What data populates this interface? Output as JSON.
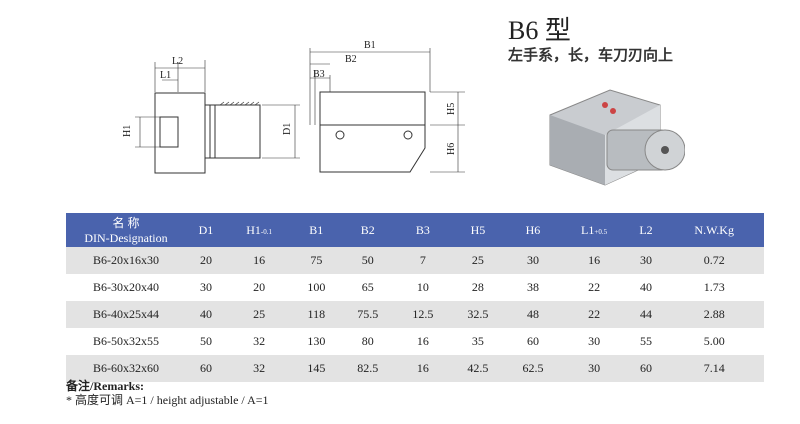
{
  "title": "B6 型",
  "subtitle": "左手系，长，车刀刃向上",
  "drawing_labels": {
    "L1": "L1",
    "L2": "L2",
    "B1": "B1",
    "B2": "B2",
    "B3": "B3",
    "H1": "H1",
    "D1": "D1",
    "H5": "H5",
    "H6": "H6"
  },
  "table": {
    "header": {
      "name_cn": "名 称",
      "name_en": "DIN-Designation",
      "cols": [
        [
          "D1",
          ""
        ],
        [
          "H1",
          "-0.1"
        ],
        [
          "B1",
          ""
        ],
        [
          "B2",
          ""
        ],
        [
          "B3",
          ""
        ],
        [
          "H5",
          ""
        ],
        [
          "H6",
          ""
        ],
        [
          "L1",
          "+0.5"
        ],
        [
          "L2",
          ""
        ],
        [
          "N.W.Kg",
          ""
        ]
      ]
    },
    "rows": [
      [
        "B6-20x16x30",
        "20",
        "16",
        "75",
        "50",
        "7",
        "25",
        "30",
        "16",
        "30",
        "0.72"
      ],
      [
        "B6-30x20x40",
        "30",
        "20",
        "100",
        "65",
        "10",
        "28",
        "38",
        "22",
        "40",
        "1.73"
      ],
      [
        "B6-40x25x44",
        "40",
        "25",
        "118",
        "75.5",
        "12.5",
        "32.5",
        "48",
        "22",
        "44",
        "2.88"
      ],
      [
        "B6-50x32x55",
        "50",
        "32",
        "130",
        "80",
        "16",
        "35",
        "60",
        "30",
        "55",
        "5.00"
      ],
      [
        "B6-60x32x60",
        "60",
        "32",
        "145",
        "82.5",
        "16",
        "42.5",
        "62.5",
        "30",
        "60",
        "7.14"
      ]
    ]
  },
  "remarks": {
    "label": "备注/Remarks:",
    "note": "* 高度可调 A=1   / height adjustable / A=1"
  }
}
